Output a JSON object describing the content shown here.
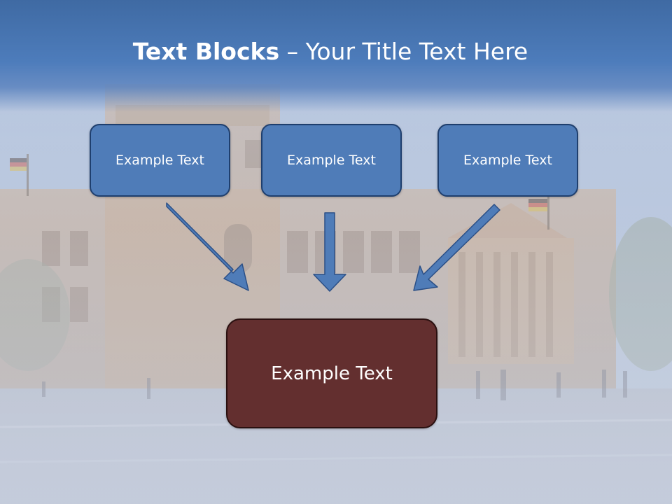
{
  "slide": {
    "title_bold": "Text Blocks",
    "title_rest": " – Your Title Text Here",
    "blocks": [
      {
        "label": "Example Text"
      },
      {
        "label": "Example Text"
      },
      {
        "label": "Example Text"
      }
    ],
    "main_block": {
      "label": "Example Text"
    }
  },
  "colors": {
    "title_band": "#4d7cbb",
    "block_fill": "#4f7cb8",
    "block_border": "#1f3f6e",
    "main_block_fill": "#632f2f",
    "arrow_fill": "#4f7cb8"
  },
  "background": {
    "image": "reichstag-building-photo"
  }
}
